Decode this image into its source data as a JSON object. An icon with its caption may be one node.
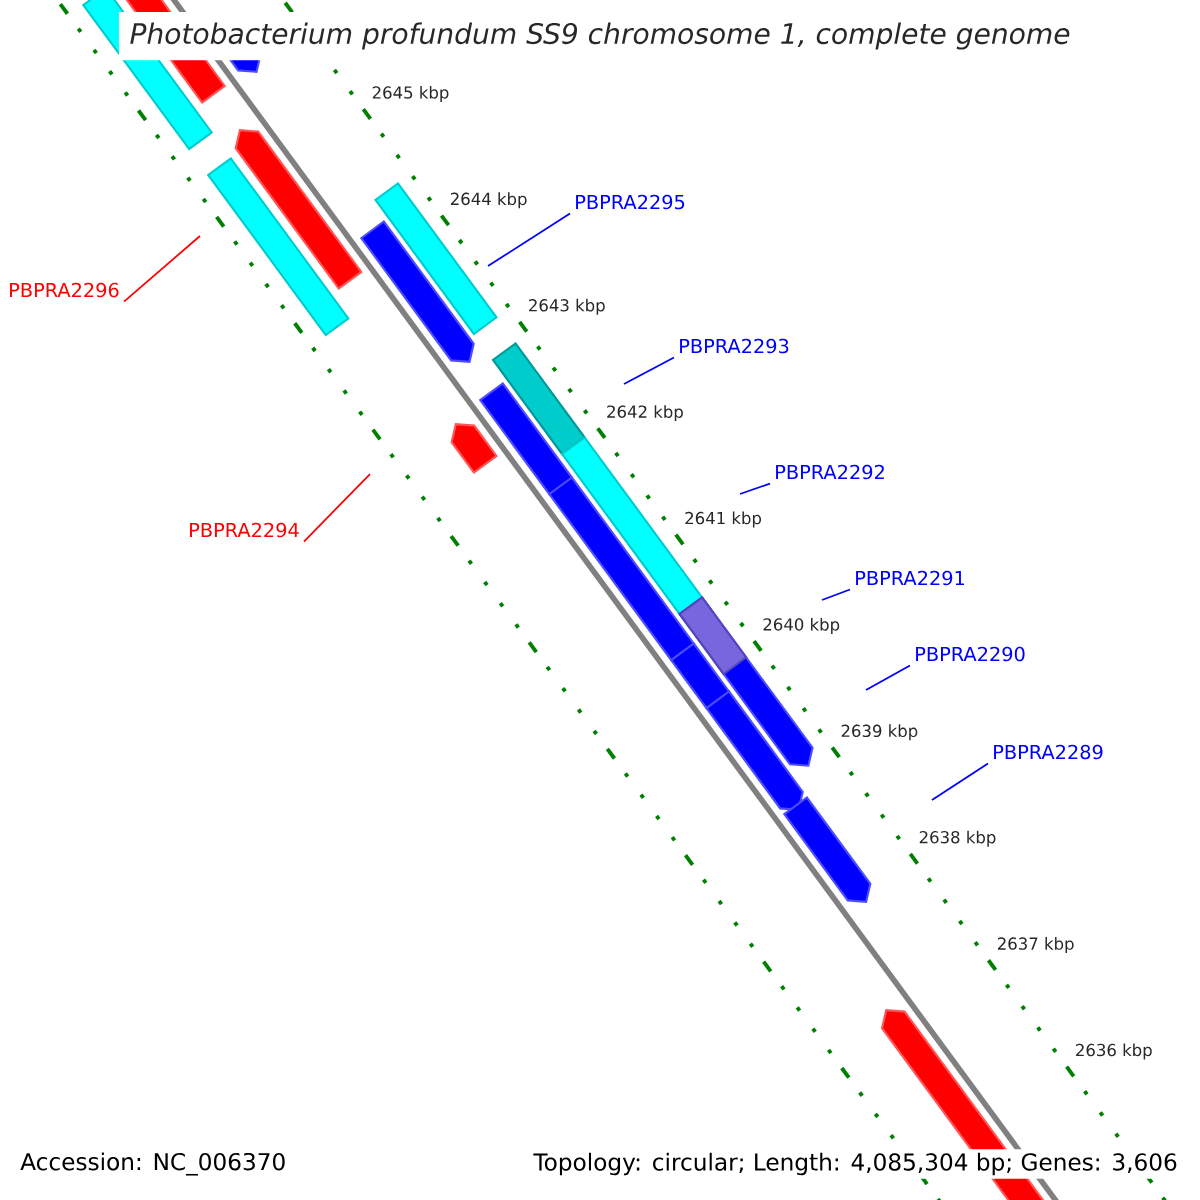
{
  "diagram": {
    "title": "Photobacterium profundum SS9 chromosome 1, complete genome",
    "nodes": [
      {
        "text": [
          "PBPRA2295"
        ]
      },
      {
        "text": [
          "PBPRA2296"
        ]
      },
      {
        "text": [
          "PBPRA2293"
        ]
      },
      {
        "text": [
          "PBPRA2292"
        ]
      },
      {
        "text": [
          "PBPRA2294"
        ]
      },
      {
        "text": [
          "PBPRA2291"
        ]
      },
      {
        "text": [
          "PBPRA2290"
        ]
      },
      {
        "text": [
          "PBPRA2289"
        ]
      }
    ],
    "edges": [
      {
        "from": 0,
        "to": null,
        "arrow": "none"
      },
      {
        "from": 1,
        "to": null,
        "arrow": "none",
        "color": "#ff0000"
      },
      {
        "from": 2,
        "to": null,
        "arrow": "none"
      },
      {
        "from": 3,
        "to": null,
        "arrow": "none"
      },
      {
        "from": 4,
        "to": null,
        "arrow": "none",
        "color": "#ff0000"
      },
      {
        "from": 5,
        "to": null,
        "arrow": "none"
      },
      {
        "from": 6,
        "to": null,
        "arrow": "none"
      },
      {
        "from": 7,
        "to": null,
        "arrow": "none"
      }
    ],
    "labels": [
      "2645 kbp",
      "2644 kbp",
      "2643 kbp",
      "2642 kbp",
      "2641 kbp",
      "2640 kbp",
      "2639 kbp",
      "2638 kbp",
      "2637 kbp",
      "2636 kbp",
      "Accession: NC_006370",
      "Topology: circular; Length: 4,085,304 bp; Genes: 3,606"
    ]
  }
}
